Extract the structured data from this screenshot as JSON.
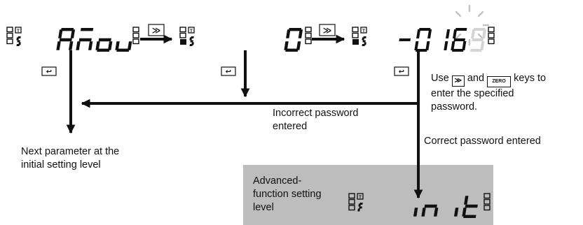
{
  "displays": [
    {
      "prefix": "S",
      "value": "AMOV",
      "dark_indicator": false
    },
    {
      "prefix": "S",
      "value": "0",
      "dark_indicator": true
    },
    {
      "prefix": "S",
      "value": "-0169",
      "dark_indicator": true,
      "blinking_digit": "9"
    },
    {
      "prefix": "F",
      "value": "INIT",
      "dark_indicator": false
    }
  ],
  "keys": {
    "shift": "≫",
    "mode": "↩",
    "up_zero": "ZERO"
  },
  "labels": {
    "use_keys": {
      "prefix": "Use",
      "middle": "and",
      "suffix": "keys to",
      "line2": "enter the specified",
      "line3": "password."
    },
    "incorrect": {
      "line1": "Incorrect password",
      "line2": "entered"
    },
    "correct": "Correct password entered",
    "next_param": {
      "line1": "Next parameter at the",
      "line2": "initial setting level"
    },
    "advanced": {
      "line1": "Advanced-",
      "line2": "function setting",
      "line3": "level"
    }
  },
  "colors": {
    "panel": "#bdbdbd",
    "ink": "#111111",
    "blink_digit": "#d4d4d4",
    "rays": "#c2c2c2"
  }
}
